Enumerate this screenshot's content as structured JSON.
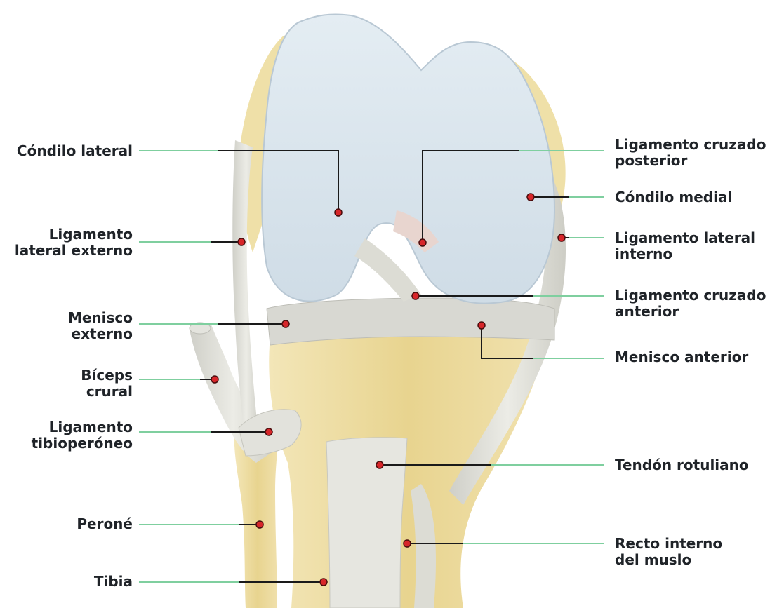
{
  "colors": {
    "leader_green": "#7fcf9f",
    "leader_black": "#1a1a1a",
    "point_red": "#d7262a",
    "cartilage": "#d9e4ec",
    "bone": "#ead9a0",
    "ligament": "#dcdcd6"
  },
  "labels": {
    "condilo_lateral": "Cóndilo lateral",
    "ligamento_lateral_externo": [
      "Ligamento",
      "lateral externo"
    ],
    "menisco_externo": [
      "Menisco",
      "externo"
    ],
    "biceps_crural": [
      "Bíceps",
      "crural"
    ],
    "ligamento_tibioperoneo": [
      "Ligamento",
      "tibioperóneo"
    ],
    "perone": "Peroné",
    "tibia": "Tibia",
    "ligamento_cruzado_posterior": [
      "Ligamento cruzado",
      "posterior"
    ],
    "condilo_medial": "Cóndilo medial",
    "ligamento_lateral_interno": [
      "Ligamento lateral",
      "interno"
    ],
    "ligamento_cruzado_anterior": [
      "Ligamento cruzado",
      "anterior"
    ],
    "menisco_anterior": "Menisco anterior",
    "tendon_rotuliano": "Tendón rotuliano",
    "recto_interno_muslo": [
      "Recto interno",
      "del muslo"
    ]
  }
}
